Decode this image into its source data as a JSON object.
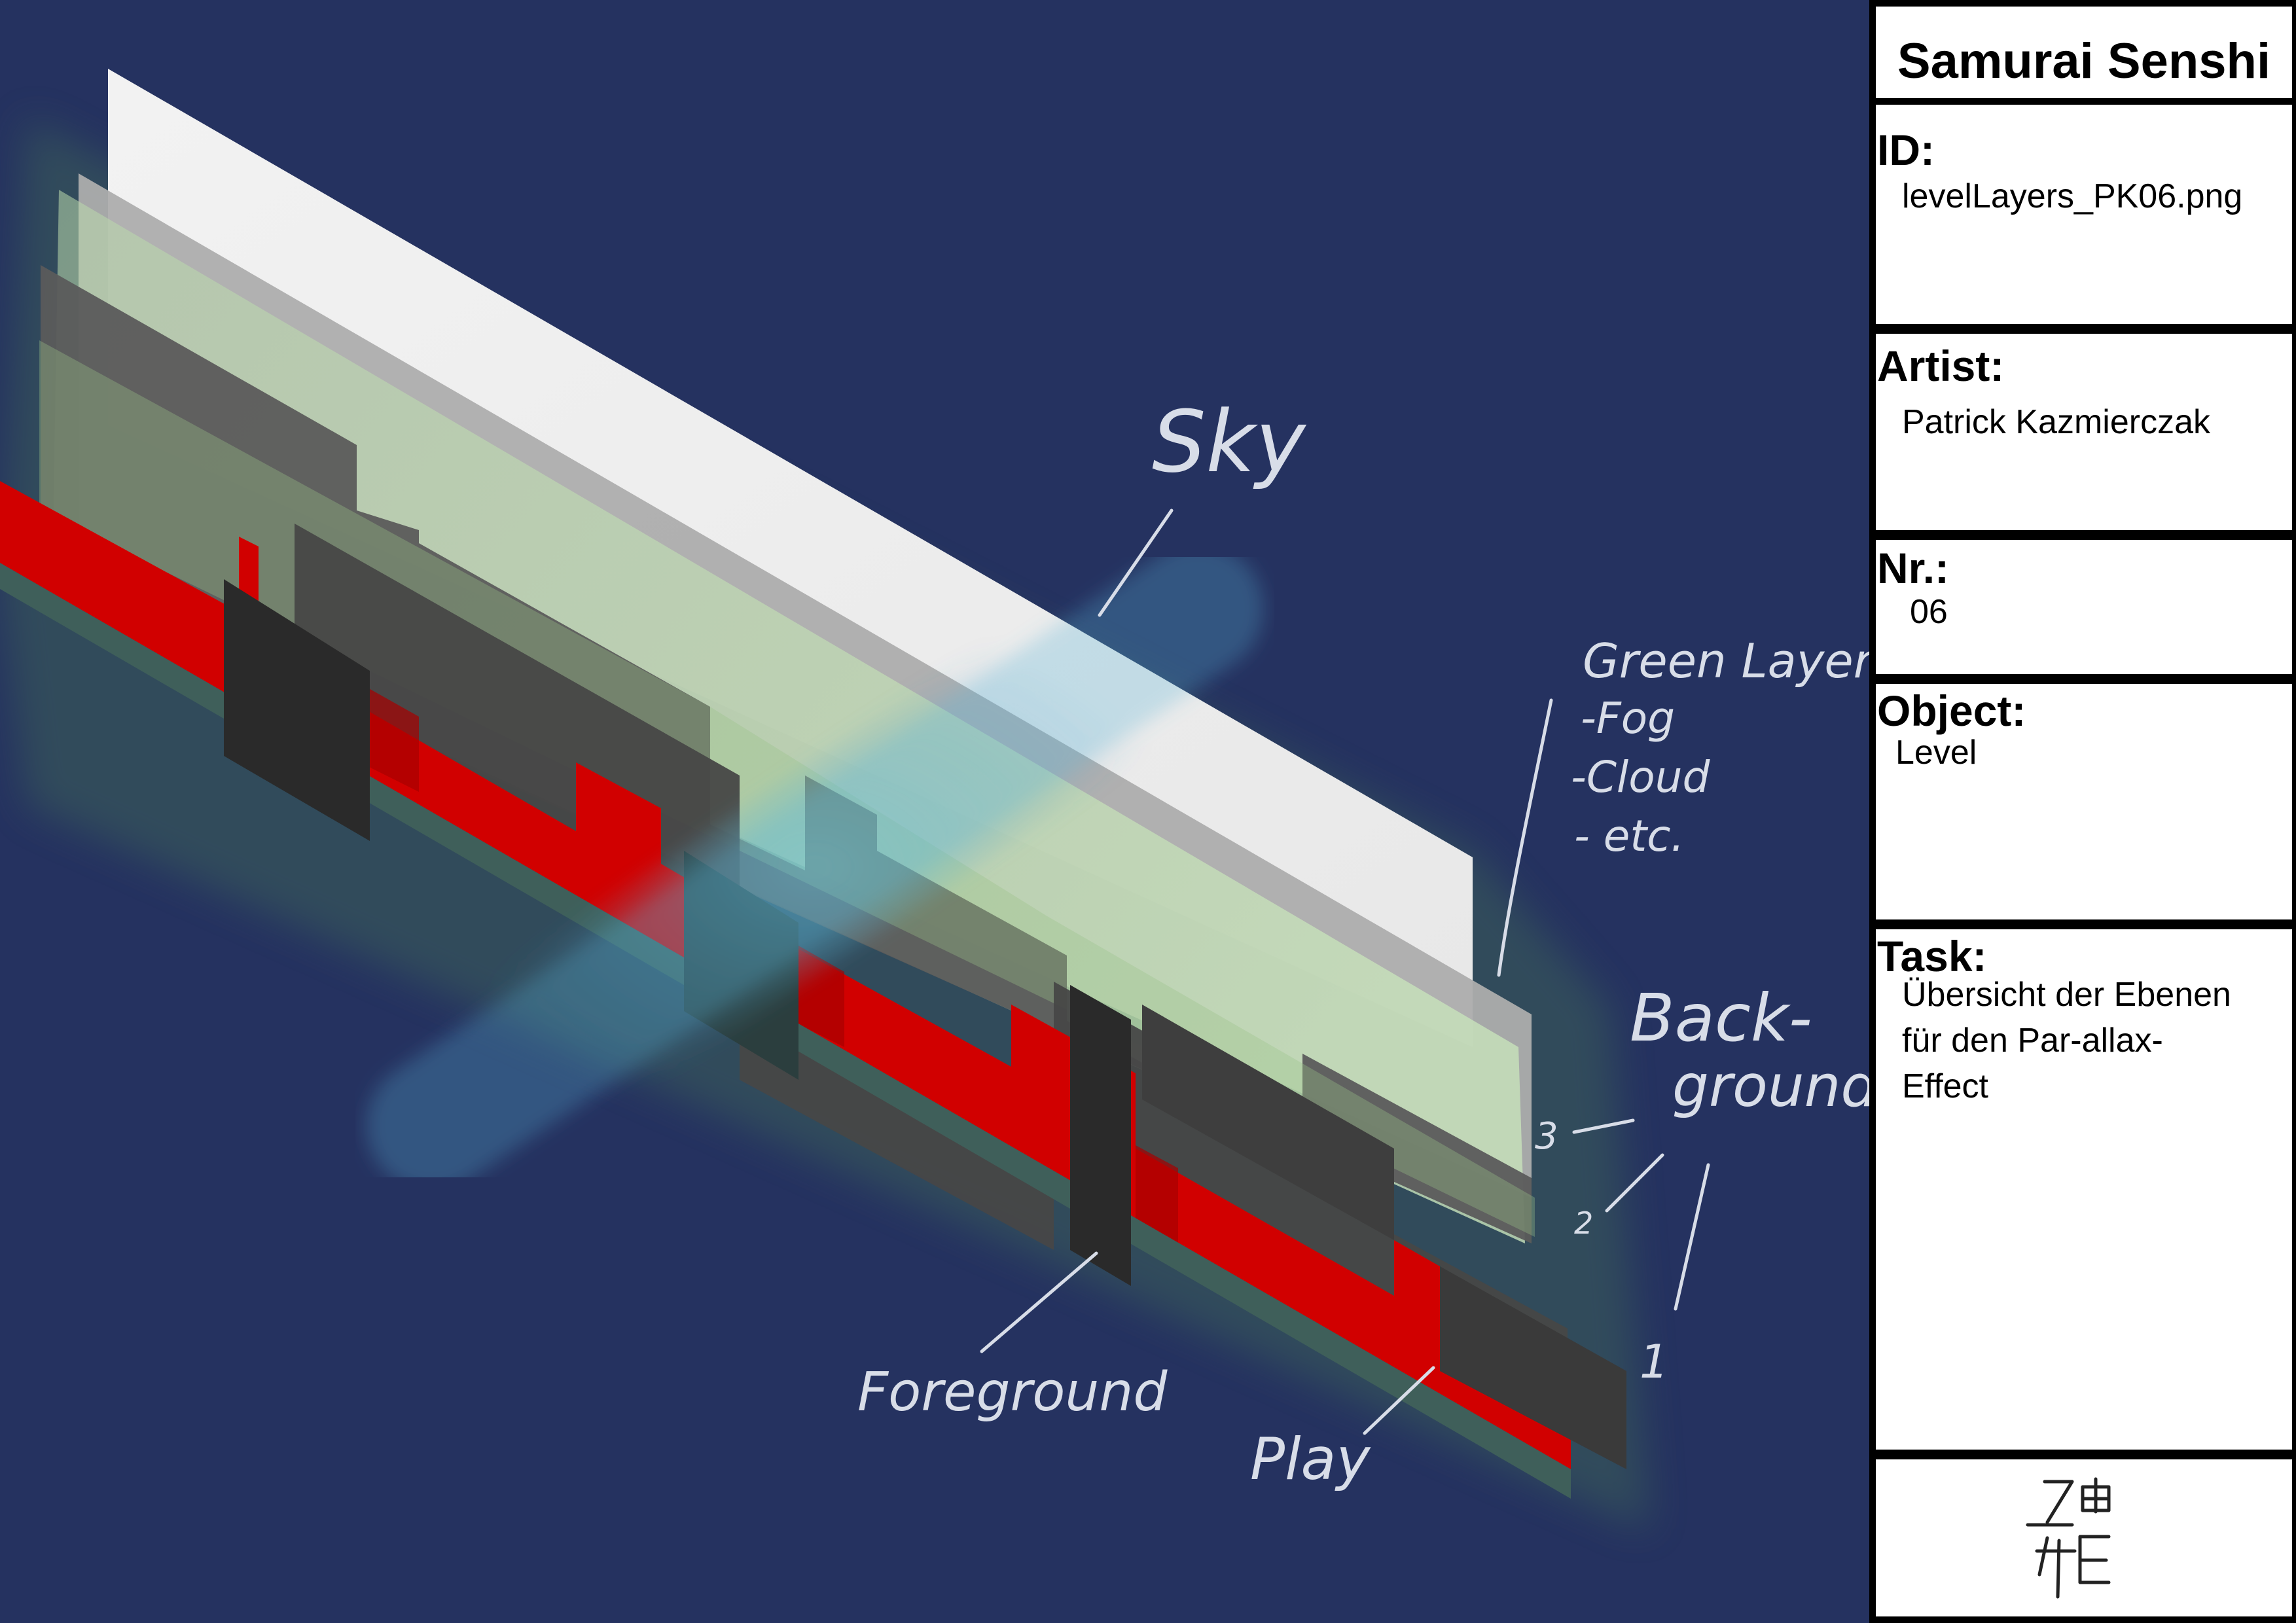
{
  "diagram": {
    "labels": {
      "sky": "Sky",
      "green_layers": "Green Layers",
      "green_items": [
        "-Fog",
        "-Cloud",
        "- etc."
      ],
      "background_1": "Back-",
      "background_2": "ground",
      "layer_numbers": [
        "3",
        "2",
        "1"
      ],
      "foreground": "Foreground",
      "play": "Play"
    },
    "colors": {
      "background": "#253260",
      "sky_layer": "#eeeeee",
      "play_layer": "#d10000",
      "green_fog": "#b6d9a8",
      "dark_layer": "#3a3a3a",
      "glow": "#4aa0c8"
    }
  },
  "title_block": {
    "title": "Samurai Senshi",
    "id_label": "ID:",
    "id_value": "levelLayers_PK06.png",
    "artist_label": "Artist:",
    "artist_value": "Patrick Kazmierczak",
    "nr_label": "Nr.:",
    "nr_value": "06",
    "object_label": "Object:",
    "object_value": "Level",
    "task_label": "Task:",
    "task_value": "Übersicht der Ebenen für den Par-allax-Effect",
    "signature": "Z曲 TE"
  }
}
